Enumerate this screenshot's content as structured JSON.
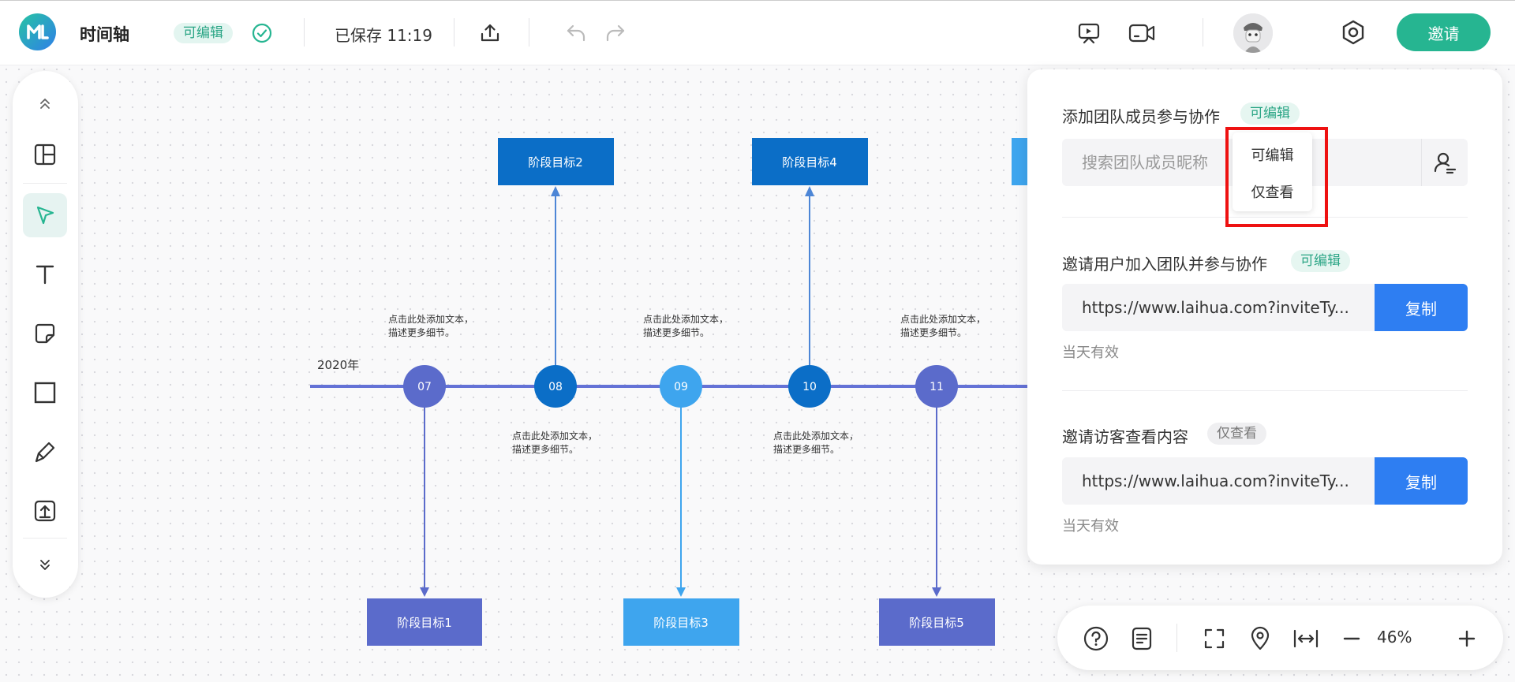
{
  "header": {
    "title": "时间轴",
    "status_badge": "可编辑",
    "saved_text": "已保存 11:19",
    "invite_label": "邀请"
  },
  "diagram": {
    "year_label": "2020年",
    "nodes": [
      "07",
      "08",
      "09",
      "10",
      "11"
    ],
    "goals_top": [
      "阶段目标2",
      "阶段目标4"
    ],
    "goals_bottom": [
      "阶段目标1",
      "阶段目标3",
      "阶段目标5"
    ],
    "desc_line1": "点击此处添加文本，",
    "desc_line2": "描述更多细节。",
    "colors": {
      "line": "#6472d6",
      "purple": "#5b6bcb",
      "blue": "#0b6ec7",
      "light_blue": "#3ea5ee"
    }
  },
  "share_panel": {
    "team": {
      "title": "添加团队成员参与协作",
      "permission": "可编辑",
      "search_placeholder": "搜索团队成员昵称"
    },
    "user_invite": {
      "title": "邀请用户加入团队并参与协作",
      "permission": "可编辑",
      "link": "https://www.laihua.com?inviteTy...",
      "copy_label": "复制",
      "validity": "当天有效"
    },
    "guest_invite": {
      "title": "邀请访客查看内容",
      "permission": "仅查看",
      "link": "https://www.laihua.com?inviteTy...",
      "copy_label": "复制",
      "validity": "当天有效"
    }
  },
  "permission_dropdown": {
    "options": [
      "可编辑",
      "仅查看"
    ]
  },
  "bottom_bar": {
    "zoom": "46%"
  },
  "icons": {
    "toolbar": [
      "collapse-up-icon",
      "layout-icon",
      "cursor-icon",
      "text-icon",
      "sticky-note-icon",
      "rectangle-icon",
      "pen-icon",
      "upload-icon",
      "expand-down-icon"
    ],
    "bottom": [
      "help-icon",
      "notes-icon",
      "fullscreen-icon",
      "location-icon",
      "fit-width-icon",
      "zoom-out-icon",
      "zoom-in-icon"
    ]
  }
}
